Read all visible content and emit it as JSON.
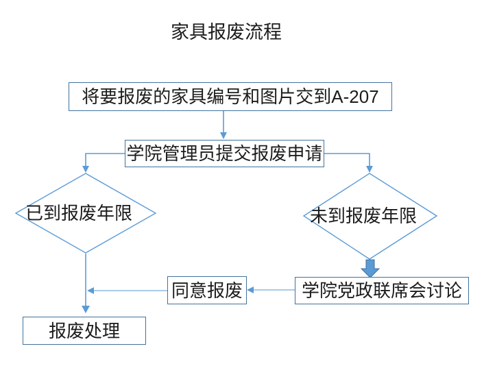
{
  "title": "家具报废流程",
  "colors": {
    "box_border": "#41719C",
    "shape_line": "#5B9BD5",
    "light_line": "#8FB9E0",
    "block_arrow_fill": "#5B9BD5",
    "text": "#1C1C1C",
    "background": "#FFFFFF"
  },
  "nodes": {
    "submit": {
      "label": "将要报废的家具编号和图片交到A-207"
    },
    "apply": {
      "label": "学院管理员提交报废申请"
    },
    "expired": {
      "label": "已到报废年限"
    },
    "not_expired": {
      "label": "未到报废年限"
    },
    "discussion": {
      "label": "学院党政联席会讨论"
    },
    "agree": {
      "label": "同意报废"
    },
    "dispose": {
      "label": "报废处理"
    }
  }
}
